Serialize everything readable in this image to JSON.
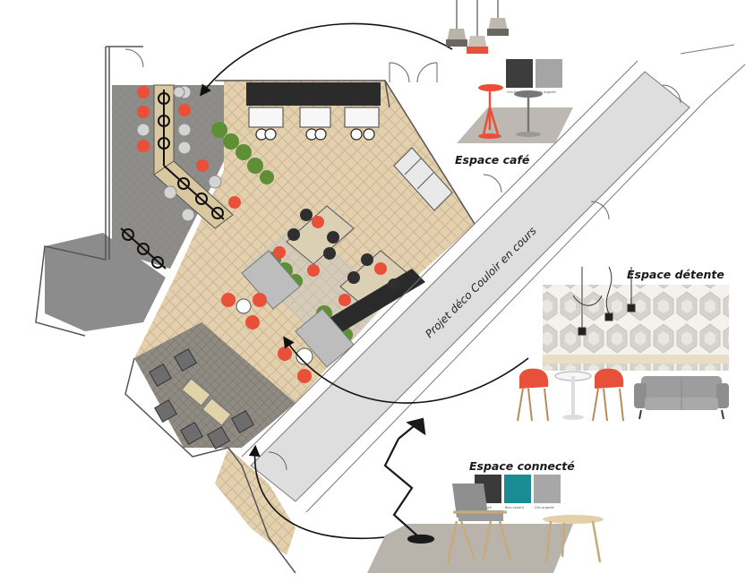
{
  "labels": {
    "cafe": "Espace café",
    "detente": "Espace détente",
    "connecte": "Espace connecté",
    "corridor": "Projet déco Couloir en cours"
  },
  "swatch_captions": {
    "cafe_1": "Gris fonçé",
    "cafe_2": "Gris argenté",
    "conn_1": "Gris fonçé",
    "conn_2": "Bleu canard",
    "conn_3": "Gris argenté"
  },
  "colors": {
    "floor_wood": "#e2cfad",
    "floor_concrete": "#8d8d8d",
    "corridor": "#dedede",
    "chair_red": "#e8503a",
    "chair_dark": "#2f2f2f",
    "plant_green": "#5e8f36",
    "teal_fabric": "#1a8c94"
  },
  "icons": [
    "arrow-curve-icon",
    "pendant-lamp-icon",
    "floor-lamp-icon",
    "armchair-icon",
    "sofa-icon",
    "stool-icon"
  ]
}
